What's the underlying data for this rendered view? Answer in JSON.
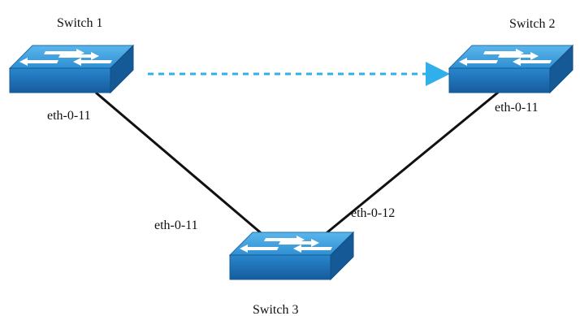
{
  "switches": [
    {
      "id": "switch1",
      "name": "Switch 1"
    },
    {
      "id": "switch2",
      "name": "Switch 2"
    },
    {
      "id": "switch3",
      "name": "Switch 3"
    }
  ],
  "ports": {
    "switch1_port": "eth-0-11",
    "switch2_port": "eth-0-11",
    "switch3_port_left": "eth-0-11",
    "switch3_port_right": "eth-0-12"
  },
  "colors": {
    "switch_top": "#3a9ad8",
    "switch_front": "#1a6db3",
    "switch_side": "#155a96",
    "link": "#111111",
    "traffic_arrow": "#2fb0ea"
  }
}
